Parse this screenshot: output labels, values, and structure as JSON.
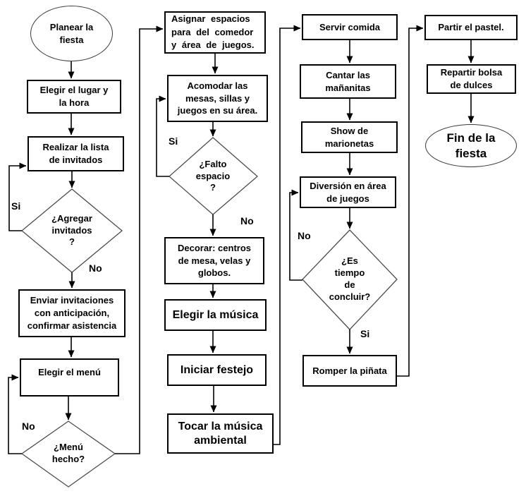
{
  "colors": {
    "background": "#ffffff",
    "box_border": "#000000",
    "connector": "#000000",
    "diamond_border": "#4d4d4d"
  },
  "nodes": {
    "start": {
      "type": "terminator",
      "label": "Planear la\nfiesta"
    },
    "choose_place": {
      "type": "process",
      "label": "Elegir el lugar y\nla hora"
    },
    "guest_list": {
      "type": "process",
      "label": "Realizar la lista\nde invitados"
    },
    "add_guests_q": {
      "type": "decision",
      "label": "¿Agregar\ninvitados\n?"
    },
    "send_invites": {
      "type": "process",
      "label": "Enviar invitaciones\ncon anticipación,\nconfirmar asistencia"
    },
    "choose_menu": {
      "type": "process",
      "label": "Elegir el menú"
    },
    "menu_done_q": {
      "type": "decision",
      "label": "¿Menú\nhecho?"
    },
    "assign_spaces": {
      "type": "process",
      "label": "Asignar espacios\npara del comedor\ny área de juegos."
    },
    "arrange_area": {
      "type": "process",
      "label": "Acomodar las\nmesas, sillas y\njuegos en su área."
    },
    "space_short_q": {
      "type": "decision",
      "label": "¿Falto\nespacio\n?"
    },
    "decorate": {
      "type": "process",
      "label": "Decorar: centros\nde mesa, velas y\nglobos."
    },
    "choose_music": {
      "type": "process",
      "label": "Elegir la música"
    },
    "start_party": {
      "type": "process",
      "label": "Iniciar festejo"
    },
    "play_music": {
      "type": "process",
      "label": "Tocar la música\nambiental"
    },
    "serve_food": {
      "type": "process",
      "label": "Servir comida"
    },
    "sing_birthday": {
      "type": "process",
      "label": "Cantar las\nmañanitas"
    },
    "puppet_show": {
      "type": "process",
      "label": "Show de\nmarionetas"
    },
    "games_fun": {
      "type": "process",
      "label": "Diversión en área\nde juegos"
    },
    "time_to_end_q": {
      "type": "decision",
      "label": "¿Es\ntiempo\nde\nconcluir?"
    },
    "pinata": {
      "type": "process",
      "label": "Romper la piñata"
    },
    "cut_cake": {
      "type": "process",
      "label": "Partir el pastel."
    },
    "candy_bags": {
      "type": "process",
      "label": "Repartir bolsa\nde dulces"
    },
    "end": {
      "type": "terminator",
      "label": "Fin de la\nfiesta"
    }
  },
  "edge_labels": {
    "si_add_guests": "Si",
    "no_add_guests": "No",
    "no_menu_done": "No",
    "si_space_short": "Si",
    "no_space_short": "No",
    "no_time_to_end": "No",
    "si_time_to_end": "Si"
  }
}
